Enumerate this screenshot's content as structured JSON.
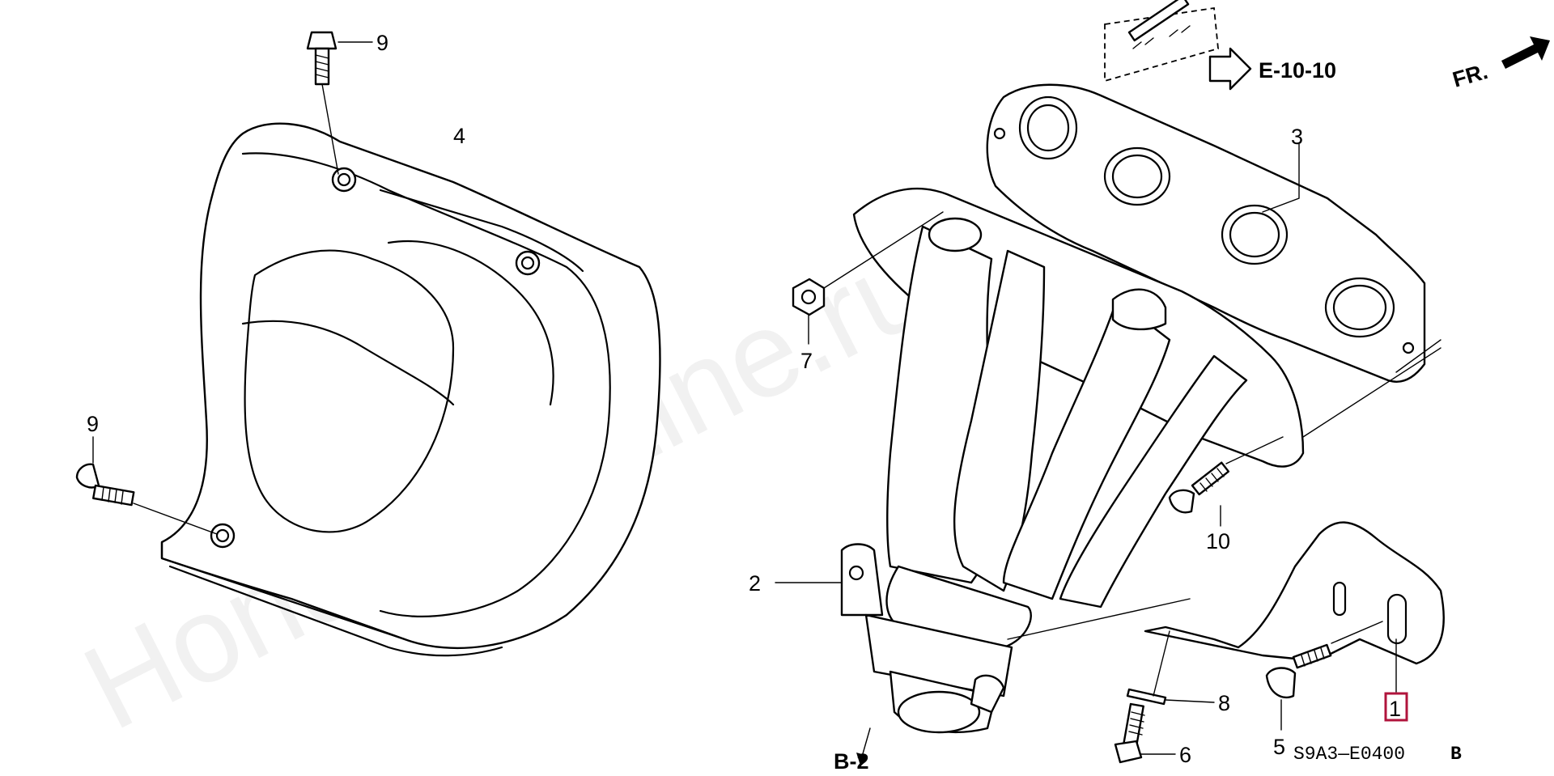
{
  "watermark": "HondaCarLine.ru",
  "callouts": {
    "n1": "1",
    "n2": "2",
    "n3": "3",
    "n4": "4",
    "n5": "5",
    "n6": "6",
    "n7": "7",
    "n8": "8",
    "n9a": "9",
    "n9b": "9",
    "n10": "10"
  },
  "references": {
    "e_ref": "E-10-10",
    "b_ref": "B-2",
    "front": "FR."
  },
  "diagram_code": "S9A3—E0400",
  "diagram_rev": "B",
  "colors": {
    "highlight_box": "#b0143c",
    "line": "#000000"
  }
}
